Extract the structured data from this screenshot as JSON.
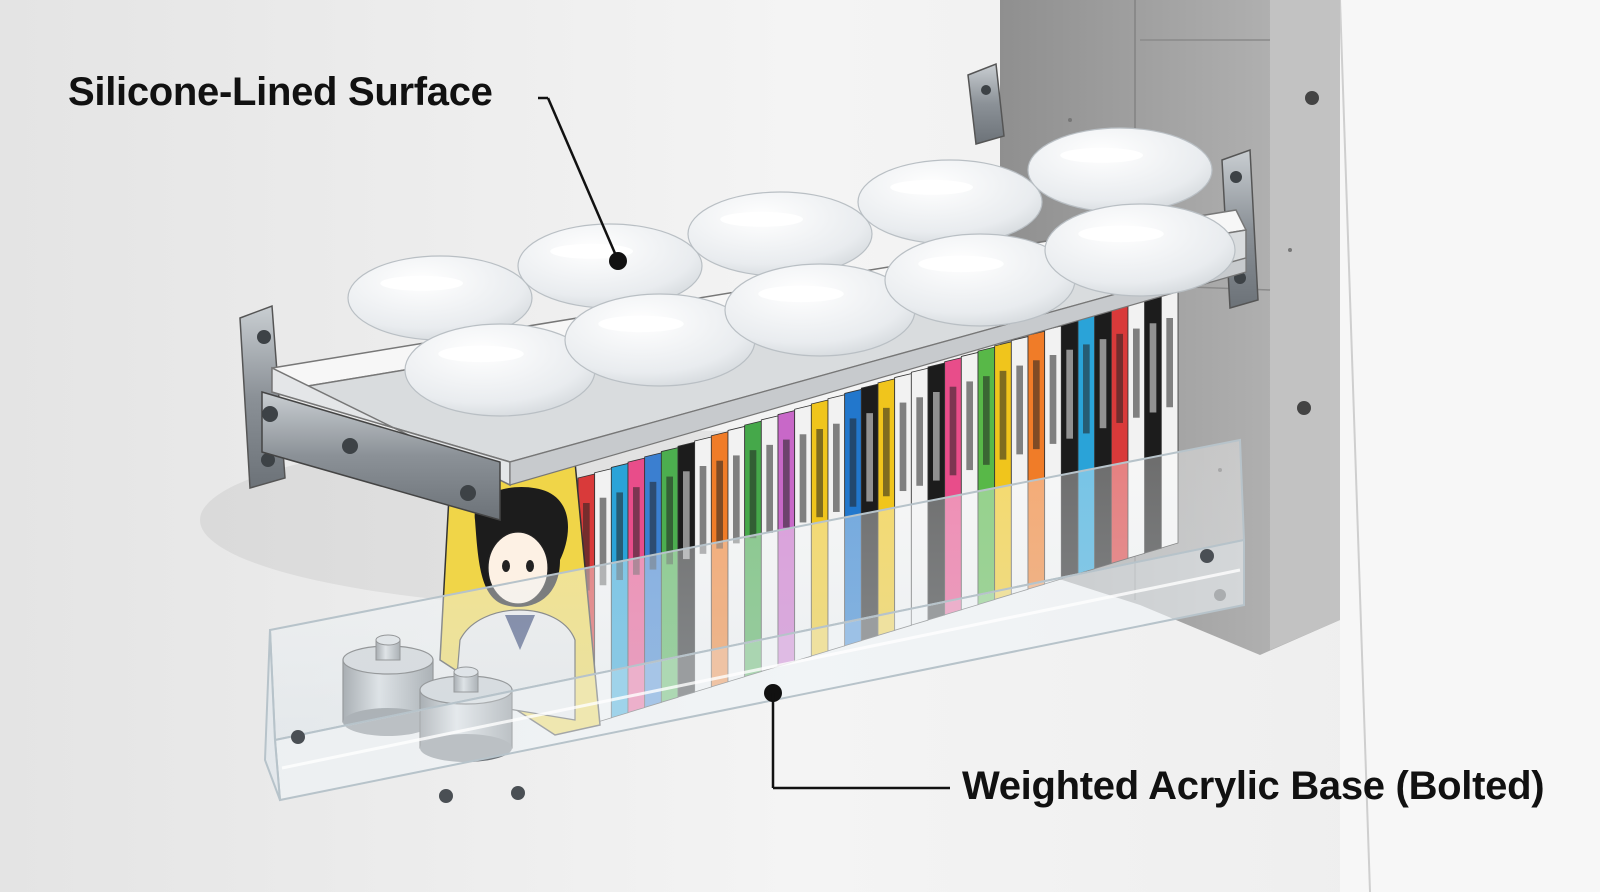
{
  "callouts": {
    "top": "Silicone-Lined Surface",
    "bottom": "Weighted Acrylic Base (Bolted)"
  },
  "colors": {
    "wall": "#efefef",
    "concrete": "#a9a9a9",
    "steel": "#8f959a",
    "silicone": "#f4f6f8",
    "acrylic": "#e8eef2"
  },
  "books": {
    "colors": [
      "#d93a3a",
      "#f2f2f2",
      "#2aa3d8",
      "#e84d8a",
      "#3b7fd0",
      "#4cae4f",
      "#1c1c1c",
      "#f2f2f2",
      "#f07c28",
      "#f2f2f2",
      "#45a84a",
      "#f2f2f2",
      "#c868c8",
      "#f2f2f2",
      "#f0c51c",
      "#f2f2f2",
      "#2277cc",
      "#1c1c1c",
      "#f0c51c",
      "#f2f2f2",
      "#f2f2f2",
      "#1c1c1c",
      "#e84d8a",
      "#f2f2f2",
      "#58b848",
      "#f0c51c",
      "#f2f2f2",
      "#f07c28",
      "#f2f2f2",
      "#1c1c1c",
      "#2aa3d8",
      "#1c1c1c",
      "#d93a3a",
      "#f2f2f2",
      "#1c1c1c",
      "#f2f2f2"
    ],
    "cover_color": "#f0d548"
  },
  "icons": [
    "bolt-icon",
    "manga-character-illustration",
    "steel-weight-icon"
  ]
}
